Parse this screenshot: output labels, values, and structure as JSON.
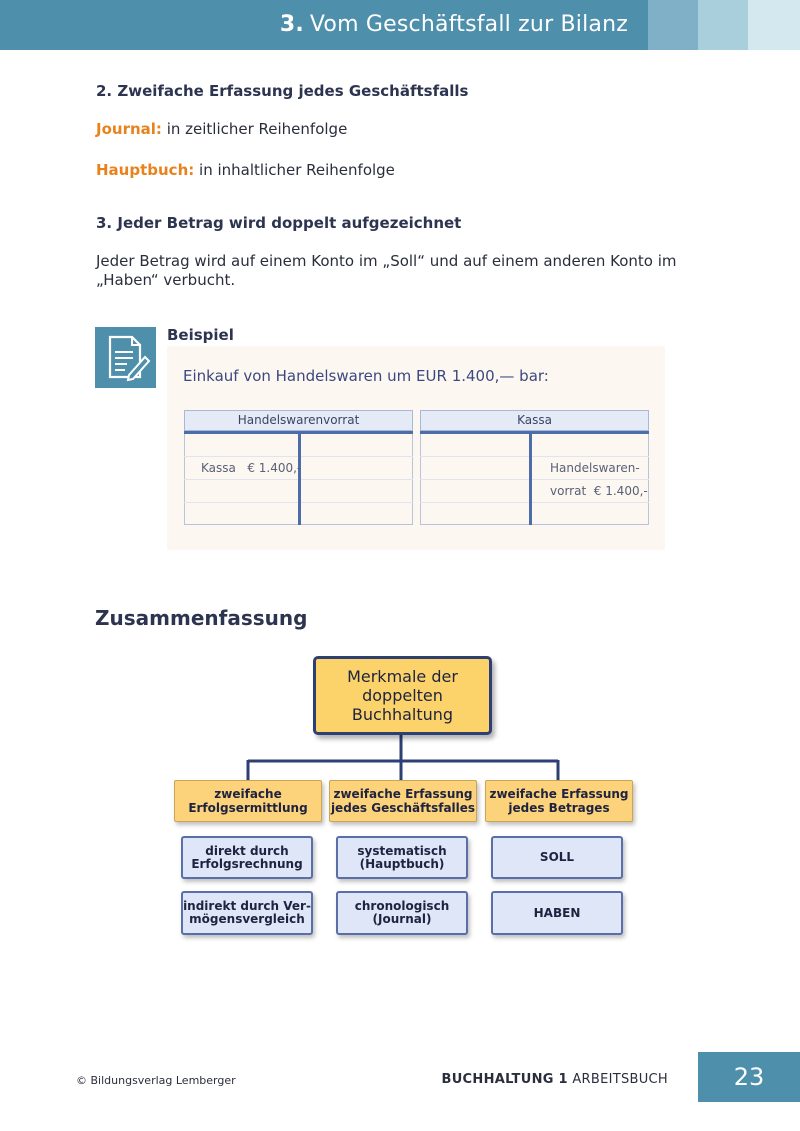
{
  "header": {
    "chapter_number": "3.",
    "chapter_title": "Vom Geschäftsfall zur Bilanz"
  },
  "section2": {
    "heading": "2. Zweifache Erfassung jedes Geschäftsfalls",
    "journal_label": "Journal:",
    "journal_text": "in zeitlicher Reihenfolge",
    "hauptbuch_label": "Hauptbuch:",
    "hauptbuch_text": "in inhaltlicher Reihenfolge"
  },
  "section3": {
    "heading": "3. Jeder Betrag wird doppelt aufgezeichnet",
    "line1": "Jeder Betrag wird auf einem Konto im „Soll“ und auf einem anderen Konto im",
    "line2": "„Haben“ verbucht."
  },
  "example": {
    "label": "Beispiel",
    "text": "Einkauf von Handelswaren um EUR 1.400,— bar:",
    "icon": "document-edit-icon",
    "accounts": [
      {
        "name": "Handelswarenvorrat",
        "soll": [
          "Kassa   € 1.400,-"
        ],
        "haben": []
      },
      {
        "name": "Kassa",
        "soll": [],
        "haben": [
          "Handelswaren-",
          "vorrat  € 1.400,-"
        ]
      }
    ]
  },
  "summary": {
    "heading": "Zusammenfassung",
    "root": "Merkmale der\ndoppelten\nBuchhaltung",
    "columns": [
      {
        "title": "zweifache\nErfolgsermittlung",
        "items": [
          "direkt durch\nErfolgsrechnung",
          "indirekt durch Ver-\nmögensvergleich"
        ]
      },
      {
        "title": "zweifache Erfassung\njedes Geschäftsfalles",
        "items": [
          "systematisch\n(Hauptbuch)",
          "chronologisch\n(Journal)"
        ]
      },
      {
        "title": "zweifache Erfassung\njedes Betrages",
        "items": [
          "SOLL",
          "HABEN"
        ]
      }
    ]
  },
  "footer": {
    "copyright": "© Bildungsverlag Lemberger",
    "book_bold": "BUCHHALTUNG 1",
    "book_rest": "ARBEITSBUCH",
    "page_number": "23"
  },
  "colors": {
    "header_blue": "#4e8fac",
    "accent_orange": "#e8821c",
    "node_yellow": "#fcd27a",
    "node_blue": "#dfe6f7",
    "navy": "#2e3f74"
  }
}
